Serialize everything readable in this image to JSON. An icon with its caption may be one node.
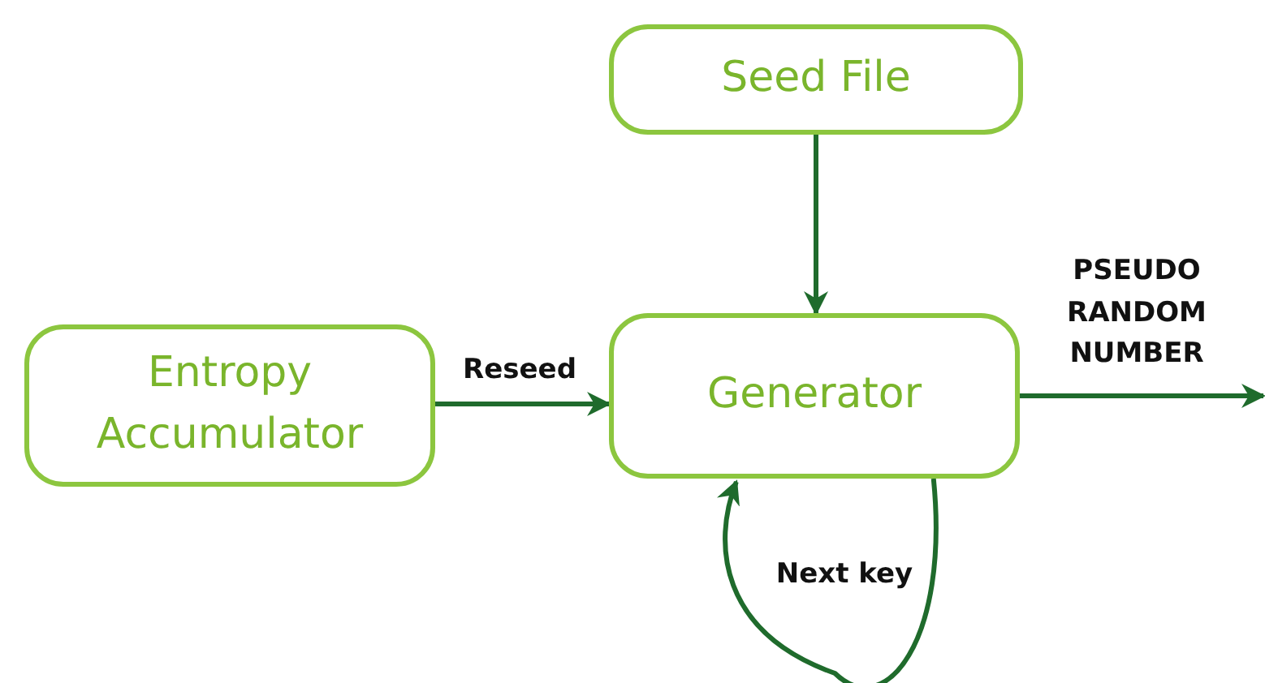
{
  "diagram": {
    "nodes": [
      {
        "text": [
          "Seed File"
        ]
      },
      {
        "text": [
          "Entropy Accumulator"
        ]
      },
      {
        "text": [
          "Generator"
        ]
      }
    ],
    "edges": [
      {
        "from": 0,
        "to": 2,
        "arrow": "to"
      },
      {
        "from": 1,
        "to": 2,
        "arrow": "to",
        "label": "Reseed"
      },
      {
        "from": 2,
        "to": null,
        "arrow": "to",
        "label": "PSEUDO RANDOM NUMBER"
      },
      {
        "from": 2,
        "to": 2,
        "arrow": "to",
        "label": "Next key"
      }
    ]
  }
}
